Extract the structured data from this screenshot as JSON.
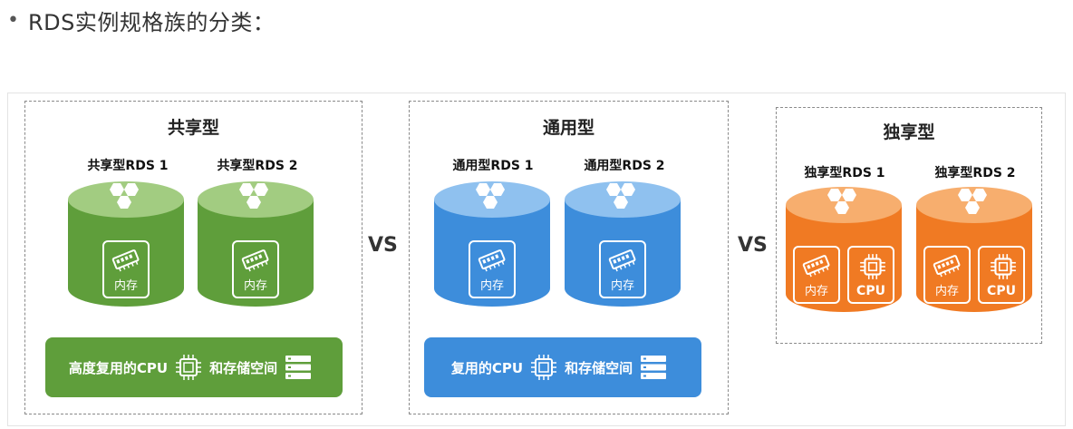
{
  "header": {
    "bullet": "•",
    "title": "RDS实例规格族的分类："
  },
  "vs_label": "VS",
  "labels": {
    "memory": "内存",
    "cpu": "CPU"
  },
  "colors": {
    "shared": "#5f9e3b",
    "shared_top": "#a2cc81",
    "general": "#3d8ddb",
    "general_top": "#8fc1ef",
    "dedicated": "#f07a23",
    "dedicated_top": "#f7ae6e"
  },
  "groups": {
    "shared": {
      "title": "共享型",
      "instances": [
        "共享型RDS 1",
        "共享型RDS 2"
      ],
      "bar_left": "高度复用的CPU",
      "bar_right": "和存储空间"
    },
    "general": {
      "title": "通用型",
      "instances": [
        "通用型RDS 1",
        "通用型RDS 2"
      ],
      "bar_left": "复用的CPU",
      "bar_right": "和存储空间"
    },
    "dedicated": {
      "title": "独享型",
      "instances": [
        "独享型RDS 1",
        "独享型RDS 2"
      ]
    }
  }
}
